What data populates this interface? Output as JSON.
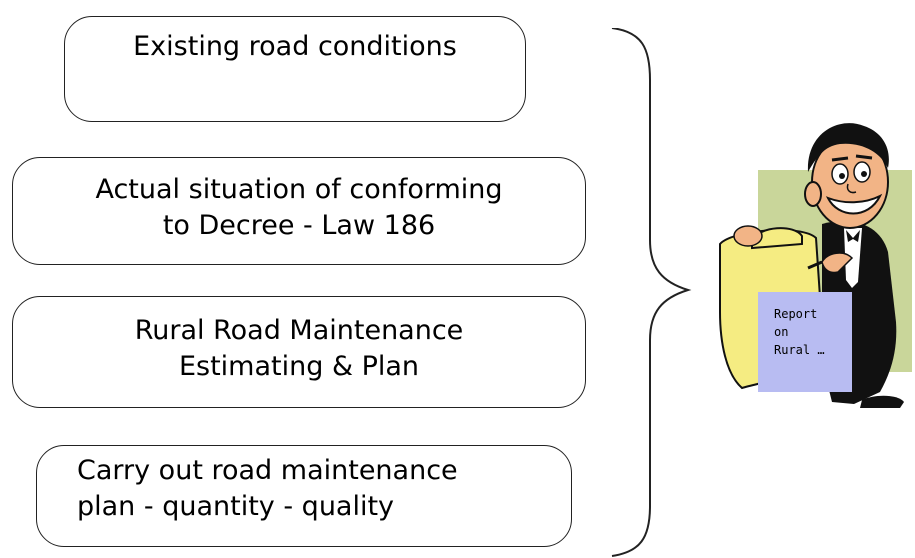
{
  "boxes": [
    {
      "lines": [
        "Existing road conditions"
      ]
    },
    {
      "lines": [
        "Actual situation of conforming",
        "to Decree - Law 186"
      ]
    },
    {
      "lines": [
        "Rural Road Maintenance",
        "Estimating & Plan"
      ]
    },
    {
      "lines": [
        "Carry out road maintenance",
        "plan - quantity - quality"
      ]
    }
  ],
  "mascot": {
    "report_lines": [
      "Report",
      "on",
      "Rural …"
    ],
    "colors": {
      "backdrop": "#c9d69a",
      "board": "#f5ec82",
      "paper": "#b8bcf2",
      "tuxedo": "#111111",
      "skin": "#f2b486"
    }
  }
}
